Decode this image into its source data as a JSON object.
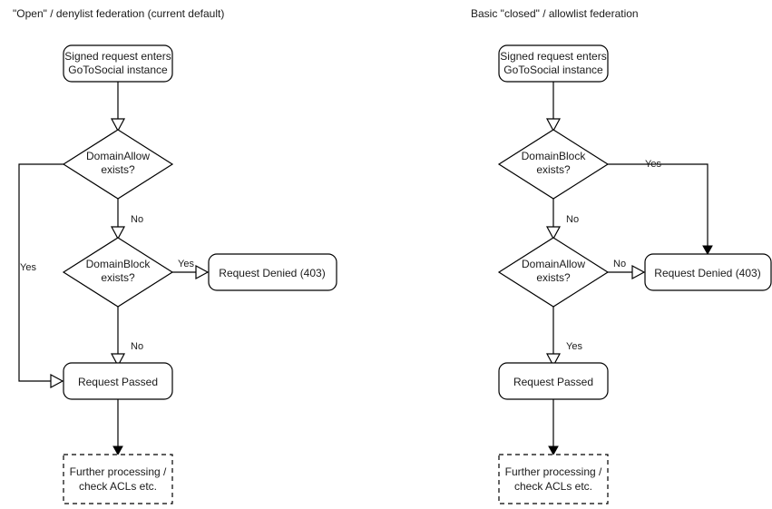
{
  "diagrams": [
    {
      "title": "\"Open\" / denylist federation (current default)",
      "nodes": {
        "start_line1": "Signed request enters",
        "start_line2": "GoToSocial instance",
        "decision1_line1": "DomainAllow",
        "decision1_line2": "exists?",
        "decision2_line1": "DomainBlock",
        "decision2_line2": "exists?",
        "denied": "Request Denied (403)",
        "passed": "Request Passed",
        "further_line1": "Further processing /",
        "further_line2": "check ACLs etc."
      },
      "edges": {
        "allow_yes": "Yes",
        "allow_no": "No",
        "block_yes": "Yes",
        "block_no": "No"
      }
    },
    {
      "title": "Basic \"closed\" / allowlist federation",
      "nodes": {
        "start_line1": "Signed request enters",
        "start_line2": "GoToSocial instance",
        "decision1_line1": "DomainBlock",
        "decision1_line2": "exists?",
        "decision2_line1": "DomainAllow",
        "decision2_line2": "exists?",
        "denied": "Request Denied (403)",
        "passed": "Request Passed",
        "further_line1": "Further processing /",
        "further_line2": "check ACLs etc."
      },
      "edges": {
        "block_yes": "Yes",
        "block_no": "No",
        "allow_no": "No",
        "allow_yes": "Yes"
      }
    }
  ],
  "colors": {
    "stroke": "#000000",
    "text": "#1a1a1a",
    "background": "#ffffff"
  }
}
